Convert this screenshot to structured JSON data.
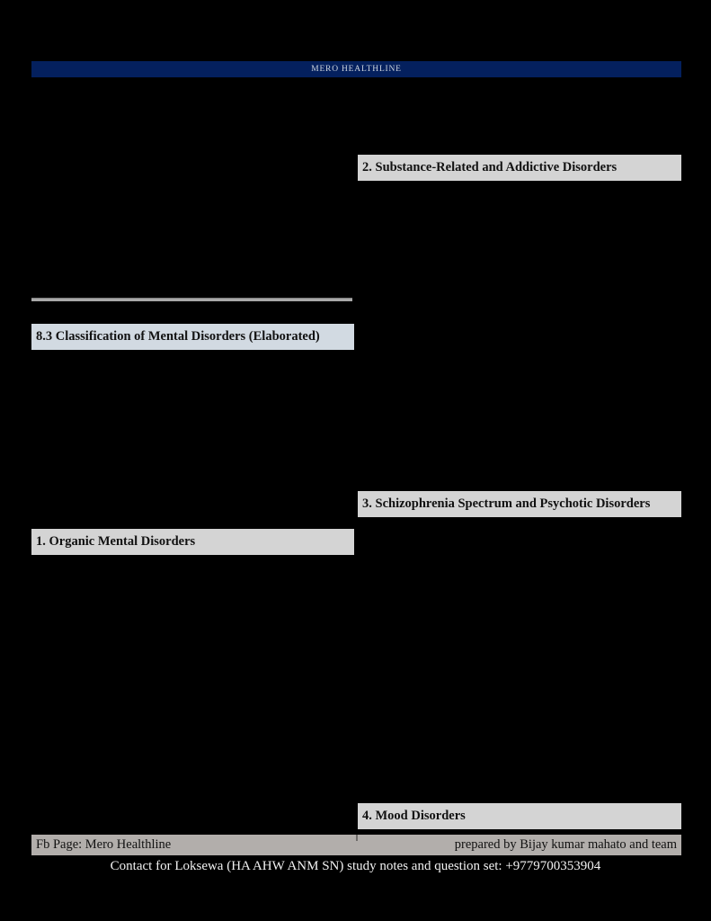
{
  "banner": {
    "title": "MERO HEALTHLINE",
    "background_color": "#04205e",
    "text_color": "#ccd3dd"
  },
  "page": {
    "background_color": "#000000"
  },
  "left_column": {
    "headings": [
      {
        "id": "section-8-3",
        "text": "8.3 Classification of Mental Disorders (Elaborated)",
        "background_color": "#d2dae2"
      },
      {
        "id": "section-1-organic",
        "text": "1. Organic Mental Disorders",
        "background_color": "#d4d4d4"
      }
    ]
  },
  "right_column": {
    "headings": [
      {
        "id": "section-2-substance",
        "text": "2. Substance-Related and Addictive Disorders",
        "background_color": "#d4d4d4"
      },
      {
        "id": "section-3-schizophrenia",
        "text": "3. Schizophrenia Spectrum and Psychotic Disorders",
        "background_color": "#d4d4d4"
      },
      {
        "id": "section-4-mood",
        "text": "4. Mood Disorders",
        "background_color": "#d4d4d4"
      }
    ]
  },
  "footer": {
    "left_text": "Fb Page: Mero Healthline",
    "right_text": "prepared by Bijay kumar mahato and team",
    "background_color": "#b2aeab"
  },
  "contact": {
    "text": "Contact for Loksewa (HA AHW ANM SN) study notes and question set: +9779700353904",
    "phone": "+9779700353904",
    "text_color": "#f2f2f2"
  }
}
